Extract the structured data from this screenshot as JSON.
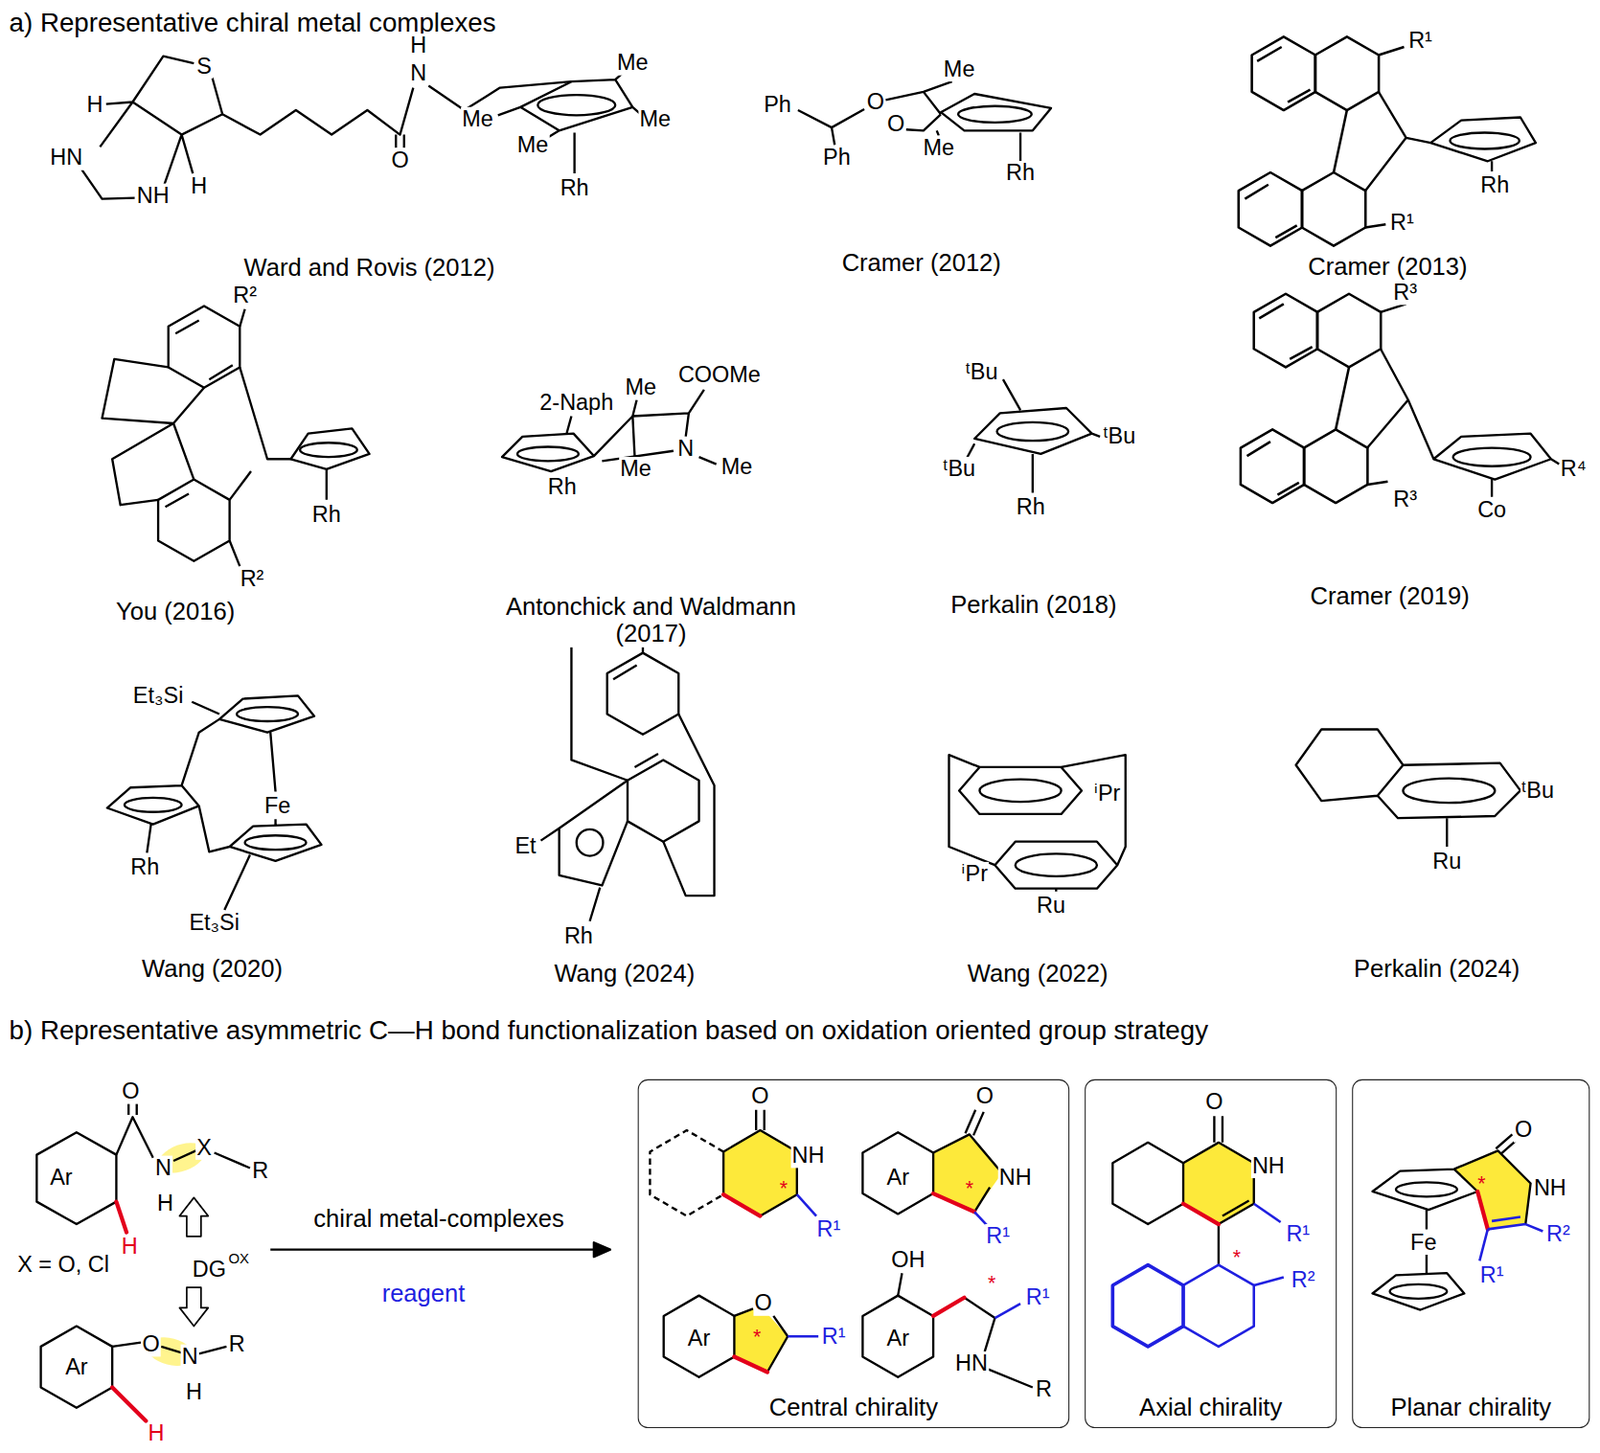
{
  "diagram": {
    "nodes": [
      {
        "text": [
          "Central chirality"
        ]
      },
      {
        "text": [
          "Axial chirality"
        ]
      },
      {
        "text": [
          "Planar chirality"
        ]
      }
    ],
    "labels": [
      "a) Representative chiral metal complexes",
      "H",
      "S",
      "HN",
      "NH",
      "H",
      "H",
      "N",
      "O",
      "Me",
      "Me",
      "Me",
      "Me",
      "Rh",
      "Ward and Rovis (2012)",
      "Ph",
      "O",
      "O",
      "Ph",
      "Me",
      "Me",
      "Rh",
      "Cramer (2012)",
      "R¹",
      "R¹",
      "Rh",
      "Cramer (2013)",
      "R²",
      "R²",
      "Rh",
      "You (2016)",
      "2-Naph",
      "Me",
      "COOMe",
      "Me",
      "N",
      "Me",
      "Rh",
      "Antonchick and Waldmann (2017)",
      "ᵗBu",
      "ᵗBu",
      "ᵗBu",
      "Rh",
      "Perkalin (2018)",
      "R³",
      "R³",
      "R⁴",
      "Co",
      "Cramer (2019)",
      "Et₃Si",
      "Fe",
      "Rh",
      "Et₃Si",
      "Wang (2020)",
      "Et",
      "Rh",
      "Wang (2024)",
      "ⁱPr",
      "ⁱPr",
      "Ru",
      "Wang (2022)",
      "ᵗBu",
      "Ru",
      "Perkalin (2024)",
      "b) Representative asymmetric C—H bond functionalization based on oxidation oriented group strategy",
      "O",
      "Ar",
      "N",
      "X",
      "R",
      "H",
      "H",
      "X = O, Cl",
      "DG",
      "OX",
      "O",
      "N",
      "R",
      "H",
      "Ar",
      "H",
      "chiral metal-complexes",
      "reagent",
      "O",
      "NH",
      "*",
      "R¹",
      "O",
      "Ar",
      "NH",
      "*",
      "R¹",
      "Ar",
      "O",
      "*",
      "R¹",
      "OH",
      "Ar",
      "*",
      "R¹",
      "HN",
      "R",
      "O",
      "NH",
      "R¹",
      "*",
      "R²",
      "O",
      "NH",
      "*",
      "R¹",
      "R²",
      "Fe"
    ]
  }
}
